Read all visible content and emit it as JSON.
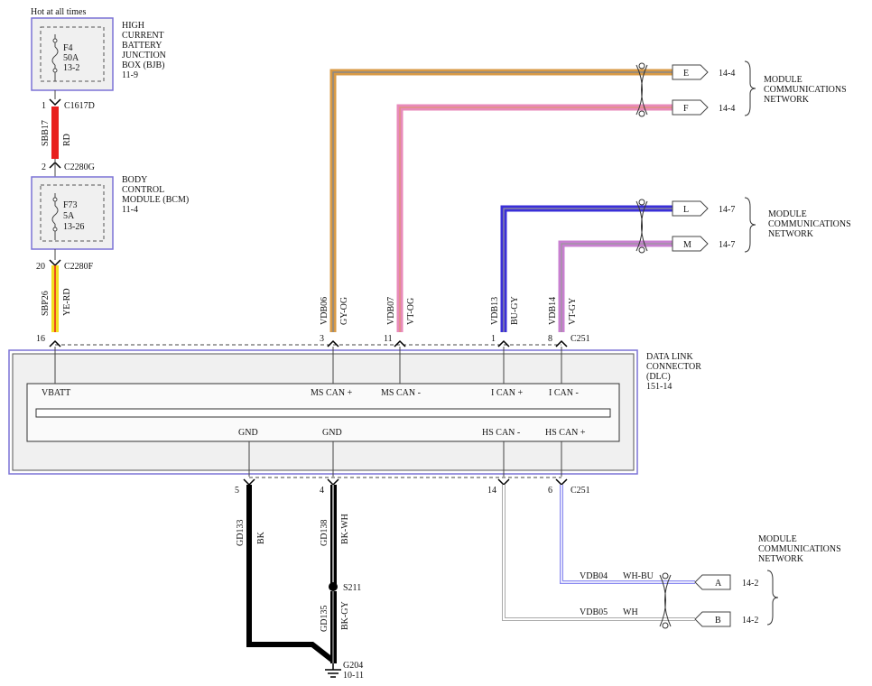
{
  "top_label": "Hot at all times",
  "bjb": {
    "name": [
      "HIGH",
      "CURRENT",
      "BATTERY",
      "JUNCTION",
      "BOX (BJB)",
      "11-9"
    ],
    "fuse": [
      "F4",
      "50A",
      "13-2"
    ]
  },
  "bcm": {
    "name": [
      "BODY",
      "CONTROL",
      "MODULE (BCM)",
      "11-4"
    ],
    "fuse": [
      "F73",
      "5A",
      "13-26"
    ]
  },
  "connectors": {
    "c1617d_pin": "1",
    "c1617d": "C1617D",
    "c2280g_pin": "2",
    "c2280g": "C2280G",
    "c2280f_pin": "20",
    "c2280f": "C2280F",
    "c251_top": "C251",
    "c251_bottom": "C251"
  },
  "wires": {
    "sbb17": "SBB17",
    "sbb17_color": "RD",
    "sbp26": "SBP26",
    "sbp26_color": "YE-RD",
    "vdb06": "VDB06",
    "vdb06_color": "GY-OG",
    "vdb07": "VDB07",
    "vdb07_color": "VT-OG",
    "vdb13": "VDB13",
    "vdb13_color": "BU-GY",
    "vdb14": "VDB14",
    "vdb14_color": "VT-GY",
    "gd133": "GD133",
    "gd133_color": "BK",
    "gd138": "GD138",
    "gd138_color": "BK-WH",
    "gd135": "GD135",
    "gd135_color": "BK-GY",
    "vdb04": "VDB04",
    "vdb04_color": "WH-BU",
    "vdb05": "VDB05",
    "vdb05_color": "WH"
  },
  "dlc": {
    "name": [
      "DATA LINK",
      "CONNECTOR",
      "(DLC)",
      "151-14"
    ],
    "top_pins": [
      "16",
      "3",
      "11",
      "1",
      "8"
    ],
    "top_signals": [
      "VBATT",
      "MS CAN +",
      "MS CAN -",
      "I CAN +",
      "I CAN -"
    ],
    "bottom_signals": [
      "GND",
      "GND",
      "HS CAN -",
      "HS CAN +"
    ],
    "bottom_pins": [
      "5",
      "4",
      "14",
      "6"
    ]
  },
  "splice": "S211",
  "ground": {
    "name": "G204",
    "page": "10-11"
  },
  "network_label": [
    "MODULE",
    "COMMUNICATIONS",
    "NETWORK"
  ],
  "targets": [
    {
      "letter": "E",
      "page": "14-4"
    },
    {
      "letter": "F",
      "page": "14-4"
    },
    {
      "letter": "L",
      "page": "14-7"
    },
    {
      "letter": "M",
      "page": "14-7"
    },
    {
      "letter": "A",
      "page": "14-2"
    },
    {
      "letter": "B",
      "page": "14-2"
    }
  ],
  "colors": {
    "box_border": "#7b72d6",
    "rd": "#e8201e",
    "ye_rd": "#f2e020",
    "gy_og": "#d89a45",
    "vt_og": "#e88aba",
    "bu_gy": "#3a2fd8",
    "vt_gy": "#c880d0",
    "wh_bu": "#8a8af0"
  }
}
